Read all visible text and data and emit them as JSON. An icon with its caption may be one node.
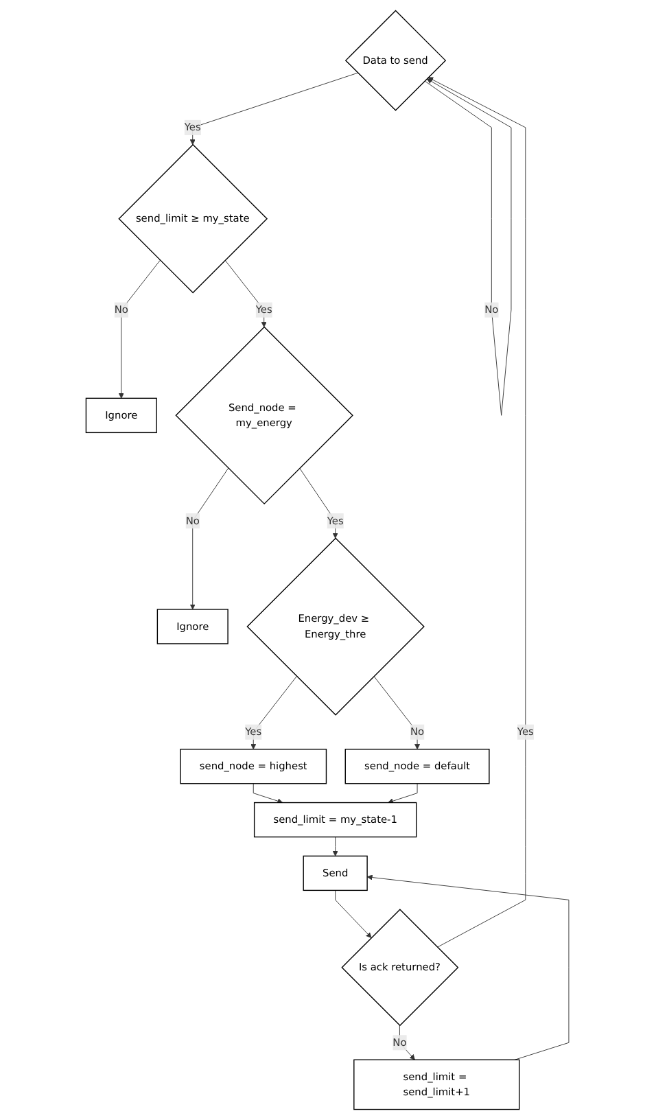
{
  "diagram": {
    "nodes": [
      {
        "text": [
          "Data to send"
        ]
      },
      {
        "text": [
          "send_limit ≥ my_state"
        ]
      },
      {
        "text": [
          "Ignore"
        ]
      },
      {
        "text": [
          "Send_node = my_energy"
        ]
      },
      {
        "text": [
          "Ignore"
        ]
      },
      {
        "text": [
          "Energy_dev ≥ Energy_thre"
        ]
      },
      {
        "text": [
          "send_node = default"
        ]
      },
      {
        "text": [
          "send_node = highest"
        ]
      },
      {
        "text": [
          "send_limit = my_state-1"
        ]
      },
      {
        "text": [
          "Send"
        ]
      },
      {
        "text": [
          "Is ack returned?"
        ]
      },
      {
        "text": [
          "send_limit = send_limit+1"
        ]
      }
    ],
    "edges": [
      {
        "from": 0,
        "to": 0,
        "arrow": "to",
        "label": "No"
      },
      {
        "from": 0,
        "to": 1,
        "arrow": "to",
        "label": "Yes"
      },
      {
        "from": 1,
        "to": 2,
        "arrow": "to",
        "label": "No"
      },
      {
        "from": 1,
        "to": 3,
        "arrow": "to",
        "label": "Yes"
      },
      {
        "from": 3,
        "to": 4,
        "arrow": "to",
        "label": "No"
      },
      {
        "from": 3,
        "to": 5,
        "arrow": "to",
        "label": "Yes"
      },
      {
        "from": 5,
        "to": 6,
        "arrow": "to",
        "label": "No"
      },
      {
        "from": 5,
        "to": 7,
        "arrow": "to",
        "label": "Yes"
      },
      {
        "from": 7,
        "to": 8,
        "arrow": "to"
      },
      {
        "from": 6,
        "to": 8,
        "arrow": "to"
      },
      {
        "from": 8,
        "to": 9,
        "arrow": "to"
      },
      {
        "from": 9,
        "to": 10,
        "arrow": "to"
      },
      {
        "from": 10,
        "to": 0,
        "arrow": "to",
        "label": "Yes"
      },
      {
        "from": 10,
        "to": 11,
        "arrow": "to",
        "label": "No"
      },
      {
        "from": 11,
        "to": 9,
        "arrow": "to"
      }
    ]
  }
}
